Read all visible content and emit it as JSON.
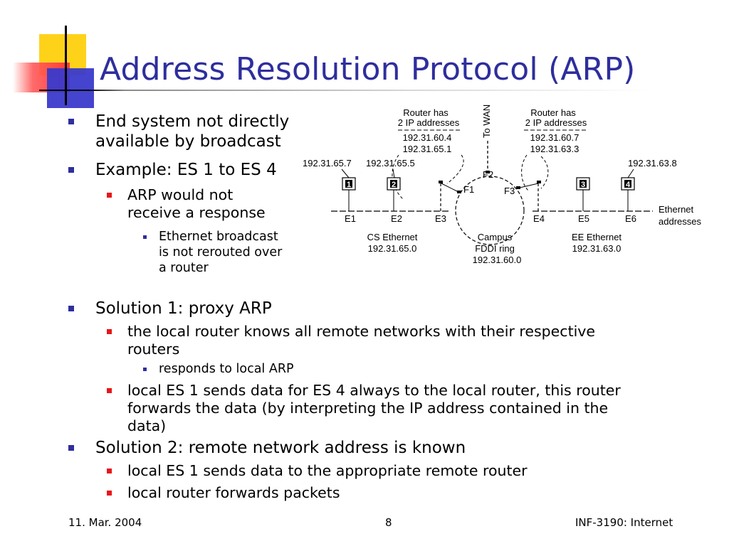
{
  "title": "Address Resolution Protocol (ARP)",
  "bullets_top": [
    {
      "level": 1,
      "text": "End system not directly\navailable by broadcast"
    },
    {
      "level": 1,
      "text": "Example: ES 1 to ES 4"
    },
    {
      "level": 2,
      "text": "ARP would not\nreceive a response"
    },
    {
      "level": 3,
      "text": "Ethernet broadcast\nis not rerouted over\na router"
    }
  ],
  "bullets_bottom": [
    {
      "level": 1,
      "text": "Solution 1: proxy ARP"
    },
    {
      "level": 2,
      "text": "the local router knows all remote networks with their respective\nrouters"
    },
    {
      "level": 3,
      "text": "responds to local ARP"
    },
    {
      "level": 2,
      "text": "local ES 1 sends data for ES 4 always to the local router, this router\nforwards the data (by interpreting the IP address contained in the\ndata)"
    },
    {
      "level": 1,
      "text": "Solution 2: remote network address is known"
    },
    {
      "level": 2,
      "text": "local ES 1 sends data to the appropriate remote router"
    },
    {
      "level": 2,
      "text": "local router forwards packets"
    }
  ],
  "diagram": {
    "router_left_label": [
      "Router has",
      "2 IP addresses"
    ],
    "router_left_ips": [
      "192.31.60.4",
      "192.31.65.1"
    ],
    "router_right_label": [
      "Router has",
      "2 IP addresses"
    ],
    "router_right_ips": [
      "192.31.60.7",
      "192.31.63.3"
    ],
    "to_wan": "To WAN",
    "host_ip_1": "192.31.65.7",
    "host_ip_2": "192.31.65.5",
    "host_ip_4": "192.31.63.8",
    "hosts": [
      "1",
      "2",
      "3",
      "4"
    ],
    "ring_ports": [
      "F1",
      "F2",
      "F3"
    ],
    "eth_addrs": [
      "E1",
      "E2",
      "E3",
      "E4",
      "E5",
      "E6"
    ],
    "ethernet_addresses": [
      "Ethernet",
      "addresses"
    ],
    "cs_ethernet": [
      "CS Ethernet",
      "192.31.65.0"
    ],
    "campus_fddi": [
      "Campus",
      "FDDI ring",
      "192.31.60.0"
    ],
    "ee_ethernet": [
      "EE Ethernet",
      "192.31.63.0"
    ]
  },
  "footer": {
    "date": "11. Mar. 2004",
    "page": "8",
    "course": "INF-3190: Internet"
  },
  "colors": {
    "title": "#2e2e9e",
    "bullet_level1": "#2e2e9e",
    "bullet_level2": "#e8141a",
    "bullet_level3": "#2e2e9e"
  }
}
